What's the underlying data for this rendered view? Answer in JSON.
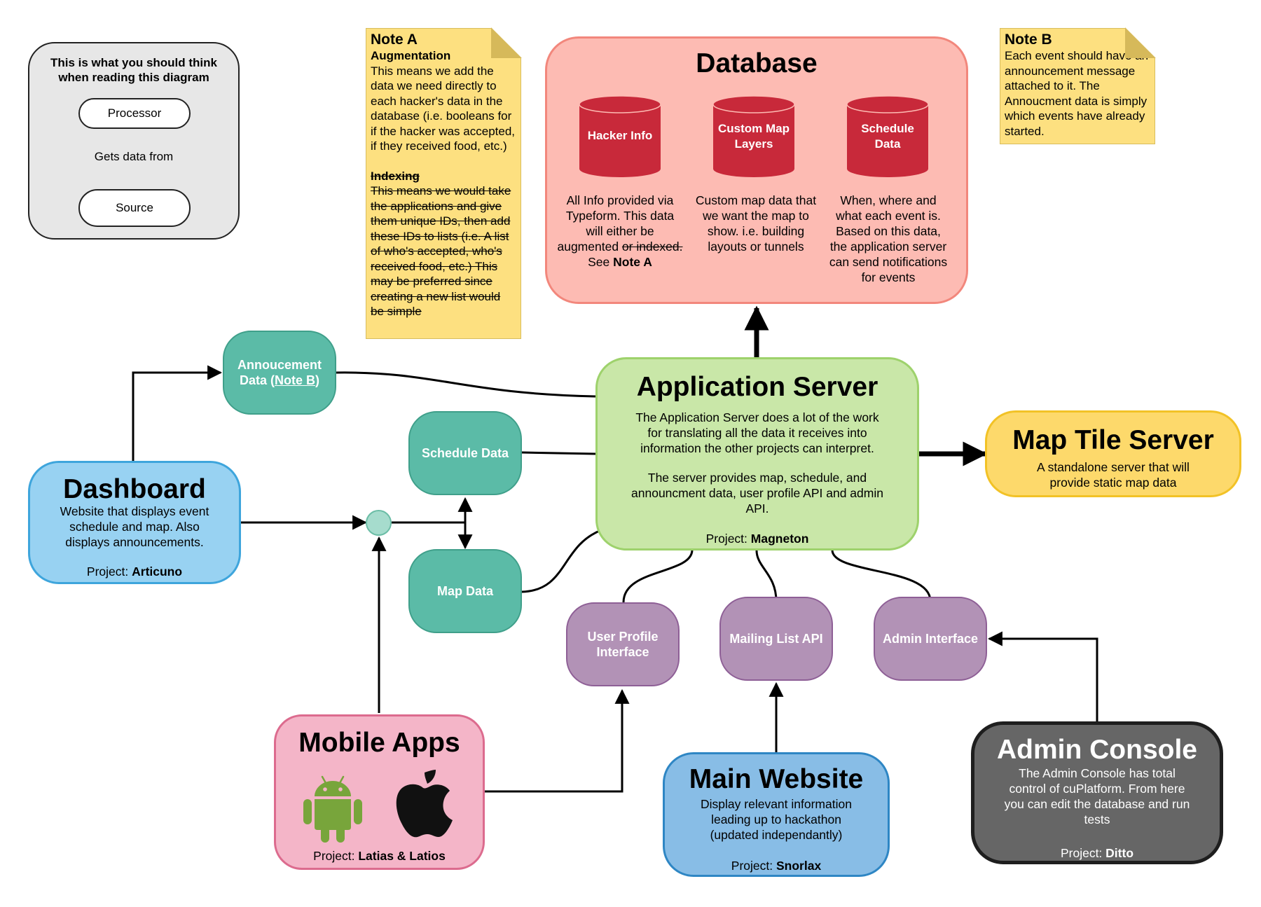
{
  "legend": {
    "title": "This is what you should think when reading this diagram",
    "processor": "Processor",
    "edge_label": "Gets data from",
    "source": "Source"
  },
  "note_a": {
    "title": "Note A",
    "augmentation_heading": "Augmentation",
    "augmentation_text": "This means we add the data we need directly to each hacker's data in the database (i.e. booleans for if the hacker was accepted, if they received food, etc.)",
    "indexing_heading": "Indexing",
    "indexing_text": "This means we would take the applications and give them unique IDs, then add these IDs to lists (i.e. A list of who's accepted, who's received food, etc.) This may be preferred since creating a new list would be simple"
  },
  "note_b": {
    "title": "Note B",
    "text": "Each event should have an announcement message attached to it. The Annoucment data is simply which events have already started."
  },
  "database": {
    "title": "Database",
    "stores": [
      {
        "name": "Hacker Info",
        "desc_before": "All Info provided via Typeform. This data will either be augmented ",
        "desc_struck": "or indexed.",
        "see_prefix": "See ",
        "see_ref": "Note A"
      },
      {
        "name": "Custom Map Layers",
        "desc": "Custom map data that we want the map to show. i.e. building layouts or tunnels"
      },
      {
        "name": "Schedule Data",
        "desc": "When, where and what each event is. Based on this data, the application server can send notifications for events"
      }
    ]
  },
  "app_server": {
    "title": "Application Server",
    "desc1": "The Application Server does a lot of the work for translating all the data it receives into information the other projects can interpret.",
    "desc2": "The server provides map, schedule, and announcment data, user profile API and admin API.",
    "project_label": "Project: ",
    "project": "Magneton"
  },
  "map_tile_server": {
    "title": "Map Tile Server",
    "desc": "A standalone server that will provide static map data"
  },
  "dashboard": {
    "title": "Dashboard",
    "desc": "Website that displays event schedule and map. Also displays announcements.",
    "project_label": "Project: ",
    "project": "Articuno"
  },
  "data_nodes": {
    "announcement_prefix": "Annoucement Data (",
    "announcement_link": "Note B",
    "announcement_suffix": ")",
    "schedule": "Schedule Data",
    "map": "Map Data"
  },
  "interfaces": {
    "user_profile": "User Profile Interface",
    "mailing_list": "Mailing List API",
    "admin": "Admin Interface"
  },
  "mobile_apps": {
    "title": "Mobile Apps",
    "project_label": "Project: ",
    "project": "Latias & Latios"
  },
  "main_website": {
    "title": "Main Website",
    "desc": "Display relevant information leading up to hackathon (updated independantly)",
    "project_label": "Project: ",
    "project": "Snorlax"
  },
  "admin_console": {
    "title": "Admin Console",
    "desc": "The Admin Console has total control of cuPlatform. From here you can edit the database and run tests",
    "project_label": "Project: ",
    "project": "Ditto"
  },
  "colors": {
    "database_fill": "#fdbbb3",
    "database_border": "#f2877c",
    "cylinder": "#c8293a",
    "app_server_fill": "#c9e7a8",
    "app_server_border": "#9ed26c",
    "map_tile_fill": "#fdd96b",
    "map_tile_border": "#f2c226",
    "dashboard_fill": "#98d2f2",
    "dashboard_border": "#3ea5dc",
    "mobile_fill": "#f4b5c8",
    "mobile_border": "#dc6b8e",
    "main_website_fill": "#88bde6",
    "main_website_border": "#2e86c4",
    "admin_console_fill": "#666666",
    "admin_console_border": "#1e1e1e",
    "teal": "#5bbba7",
    "purple": "#b292b6",
    "note": "#fde080",
    "android_green": "#78a53b"
  },
  "icons": [
    "android-icon",
    "apple-icon"
  ]
}
